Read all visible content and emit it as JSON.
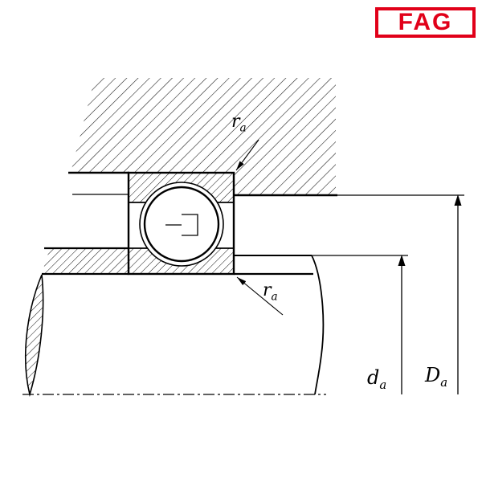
{
  "logo": {
    "text": "FAG",
    "color": "#e10019"
  },
  "labels": {
    "ra_top": {
      "base": "r",
      "sub": "a"
    },
    "ra_bottom": {
      "base": "r",
      "sub": "a"
    },
    "da": {
      "base": "d",
      "sub": "a"
    },
    "Da": {
      "base": "D",
      "sub": "a"
    }
  },
  "colors": {
    "line": "#000000",
    "background": "#ffffff",
    "logo_red": "#e10019"
  }
}
